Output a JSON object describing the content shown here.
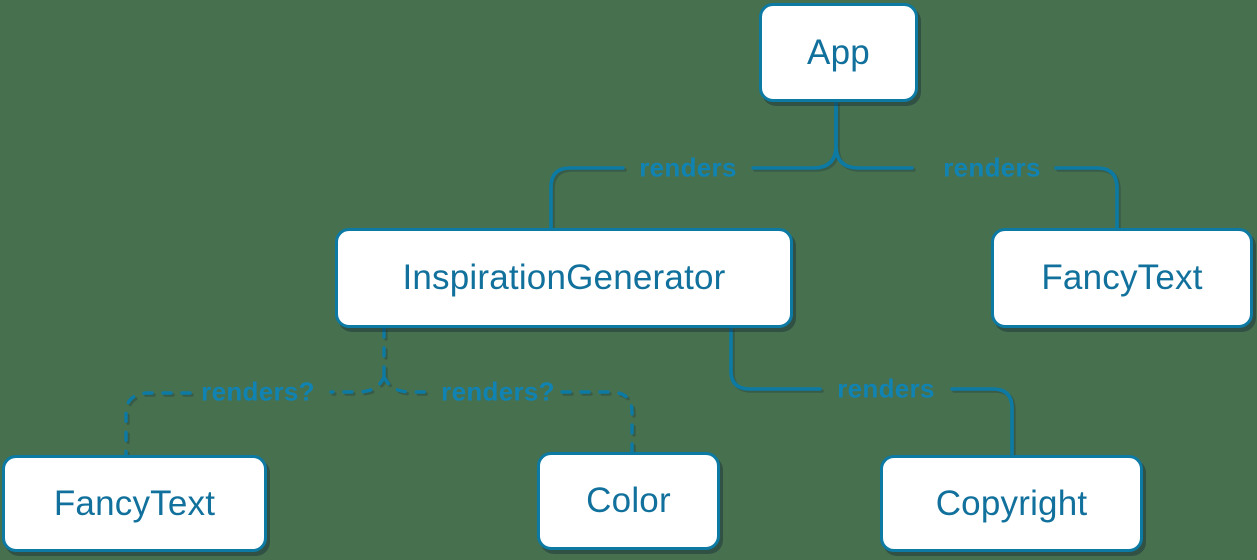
{
  "colors": {
    "background": "#47704e",
    "accent": "#0d7aa3",
    "node_fill": "#ffffff",
    "node_text": "#11719c",
    "label_text": "#1183b2"
  },
  "diagram": {
    "type": "component-render-tree",
    "nodes": [
      {
        "id": "app",
        "label": "App"
      },
      {
        "id": "inspiration-generator",
        "label": "InspirationGenerator"
      },
      {
        "id": "fancy-text-top",
        "label": "FancyText"
      },
      {
        "id": "fancy-text-bottom",
        "label": "FancyText"
      },
      {
        "id": "color",
        "label": "Color"
      },
      {
        "id": "copyright",
        "label": "Copyright"
      }
    ],
    "edges": [
      {
        "from": "App",
        "to": "InspirationGenerator",
        "label": "renders",
        "style": "solid"
      },
      {
        "from": "App",
        "to": "FancyText",
        "label": "renders",
        "style": "solid"
      },
      {
        "from": "InspirationGenerator",
        "to": "Copyright",
        "label": "renders",
        "style": "solid"
      },
      {
        "from": "InspirationGenerator",
        "to": "FancyText",
        "label": "renders?",
        "style": "dashed"
      },
      {
        "from": "InspirationGenerator",
        "to": "Color",
        "label": "renders?",
        "style": "dashed"
      }
    ]
  }
}
